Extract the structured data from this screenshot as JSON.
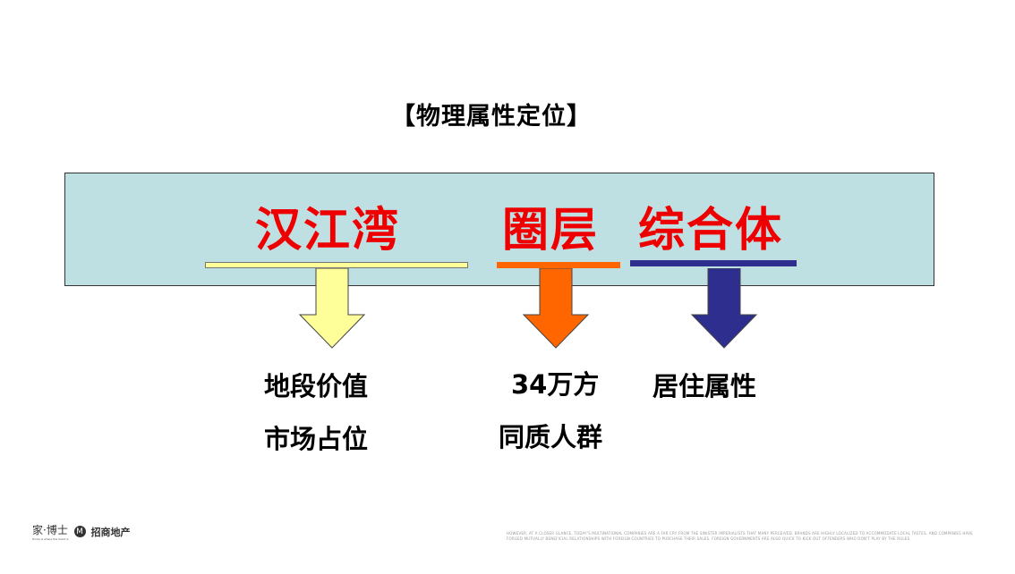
{
  "title": "【物理属性定位】",
  "keywords": [
    "汉江湾",
    "圈层",
    "综合体"
  ],
  "colors": {
    "band": "#bfe0e3",
    "keyword": "#ee0000",
    "arrow1": "#ffff99",
    "arrow2": "#ff6600",
    "arrow3": "#2e2e8f"
  },
  "labels": {
    "col1": [
      "地段价值",
      "市场占位"
    ],
    "col2": [
      "34万方",
      "同质人群"
    ],
    "col3": [
      "居住属性"
    ]
  },
  "footer": {
    "logo_cursive": "家·博士",
    "logo_tagline": "Home is where the heart is",
    "brand_mark": "M",
    "brand": "招商地产",
    "fine_print": "HOWEVER, AT A CLOSER GLANCE, TODAY'S MULTINATIONAL COMPANIES ARE A FAR CRY FROM THE SINISTER IMPERIALISTS THAT MANY PERCEIVED. BRANDS ARE HIGHLY LOCALIZED TO ACCOMMODATE LOCAL TASTES, AND COMPANIES HAVE FORGED MUTUALLY BENEFICIAL RELATIONSHIPS WITH FOREIGN COUNTRIES TO PURCHASE THEIR SALES. FOREIGN GOVERNMENTS ARE ALSO QUICK TO KICK OUT OFFENDERS WHO DON'T PLAY BY THE RULES."
  }
}
